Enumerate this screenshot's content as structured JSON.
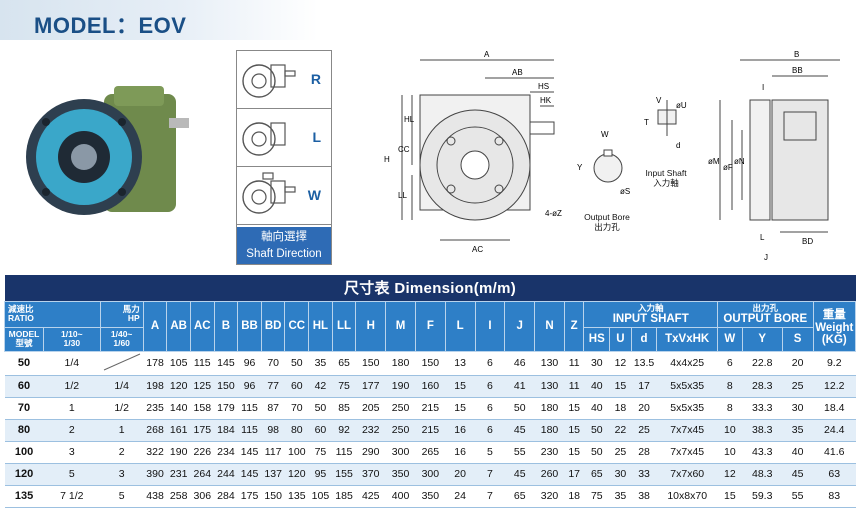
{
  "header": {
    "model_title": "MODEL：EOV"
  },
  "shaft_direction": {
    "options": [
      "R",
      "L",
      "W"
    ],
    "caption_cn": "軸向選擇",
    "caption_en": "Shaft Direction"
  },
  "drawing_labels": {
    "front": [
      "A",
      "AB",
      "HS",
      "HK",
      "HL",
      "H",
      "CC",
      "LL",
      "AC",
      "4-øZ"
    ],
    "bore": [
      "W",
      "Y",
      "øS"
    ],
    "bore_caption": [
      "Output Bore",
      "出力孔"
    ],
    "shaft": [
      "V",
      "øU",
      "T",
      "d"
    ],
    "shaft_caption": [
      "Input Shaft",
      "入力軸"
    ],
    "side": [
      "B",
      "BB",
      "I",
      "øM",
      "øF",
      "øN",
      "L",
      "BD",
      "J"
    ]
  },
  "table": {
    "title": "尺寸表  Dimension(m/m)",
    "ratio_label_cn": "減速比",
    "ratio_label_en": "RATIO",
    "hp_label_cn": "馬力",
    "hp_label_en": "HP",
    "model_label_en": "MODEL",
    "model_label_cn": "型號",
    "ratio_range_1_a": "1/10~",
    "ratio_range_1_b": "1/30",
    "ratio_range_2_a": "1/40~",
    "ratio_range_2_b": "1/60",
    "dim_columns": [
      "A",
      "AB",
      "AC",
      "B",
      "BB",
      "BD",
      "CC",
      "HL",
      "LL",
      "H",
      "M",
      "F",
      "L",
      "I",
      "J",
      "N",
      "Z"
    ],
    "input_shaft_cn": "入力軸",
    "input_shaft_en": "INPUT SHAFT",
    "input_shaft_cols": [
      "HS",
      "U",
      "d",
      "TxVxHK"
    ],
    "output_bore_cn": "出力孔",
    "output_bore_en": "OUTPUT BORE",
    "output_bore_cols": [
      "W",
      "Y",
      "S"
    ],
    "weight_cn": "重量",
    "weight_en": "Weight",
    "weight_unit": "(KG)",
    "rows": [
      [
        "50",
        "1/4",
        "",
        "178",
        "105",
        "115",
        "145",
        "96",
        "70",
        "50",
        "35",
        "65",
        "150",
        "180",
        "150",
        "13",
        "6",
        "46",
        "130",
        "11",
        "30",
        "12",
        "13.5",
        "4x4x25",
        "6",
        "22.8",
        "20",
        "9.2"
      ],
      [
        "60",
        "1/2",
        "1/4",
        "198",
        "120",
        "125",
        "150",
        "96",
        "77",
        "60",
        "42",
        "75",
        "177",
        "190",
        "160",
        "15",
        "6",
        "41",
        "130",
        "11",
        "40",
        "15",
        "17",
        "5x5x35",
        "8",
        "28.3",
        "25",
        "12.2"
      ],
      [
        "70",
        "1",
        "1/2",
        "235",
        "140",
        "158",
        "179",
        "115",
        "87",
        "70",
        "50",
        "85",
        "205",
        "250",
        "215",
        "15",
        "6",
        "50",
        "180",
        "15",
        "40",
        "18",
        "20",
        "5x5x35",
        "8",
        "33.3",
        "30",
        "18.4"
      ],
      [
        "80",
        "2",
        "1",
        "268",
        "161",
        "175",
        "184",
        "115",
        "98",
        "80",
        "60",
        "92",
        "232",
        "250",
        "215",
        "16",
        "6",
        "45",
        "180",
        "15",
        "50",
        "22",
        "25",
        "7x7x45",
        "10",
        "38.3",
        "35",
        "24.4"
      ],
      [
        "100",
        "3",
        "2",
        "322",
        "190",
        "226",
        "234",
        "145",
        "117",
        "100",
        "75",
        "115",
        "290",
        "300",
        "265",
        "16",
        "5",
        "55",
        "230",
        "15",
        "50",
        "25",
        "28",
        "7x7x45",
        "10",
        "43.3",
        "40",
        "41.6"
      ],
      [
        "120",
        "5",
        "3",
        "390",
        "231",
        "264",
        "244",
        "145",
        "137",
        "120",
        "95",
        "155",
        "370",
        "350",
        "300",
        "20",
        "7",
        "45",
        "260",
        "17",
        "65",
        "30",
        "33",
        "7x7x60",
        "12",
        "48.3",
        "45",
        "63"
      ],
      [
        "135",
        "7 1/2",
        "5",
        "438",
        "258",
        "306",
        "284",
        "175",
        "150",
        "135",
        "105",
        "185",
        "425",
        "400",
        "350",
        "24",
        "7",
        "65",
        "320",
        "18",
        "75",
        "35",
        "38",
        "10x8x70",
        "15",
        "59.3",
        "55",
        "83"
      ]
    ]
  },
  "colors": {
    "title_bar": "#19346a",
    "header_blue": "#2e7fc7",
    "stripe": "#e3eef8",
    "model_text": "#1a4f86"
  }
}
